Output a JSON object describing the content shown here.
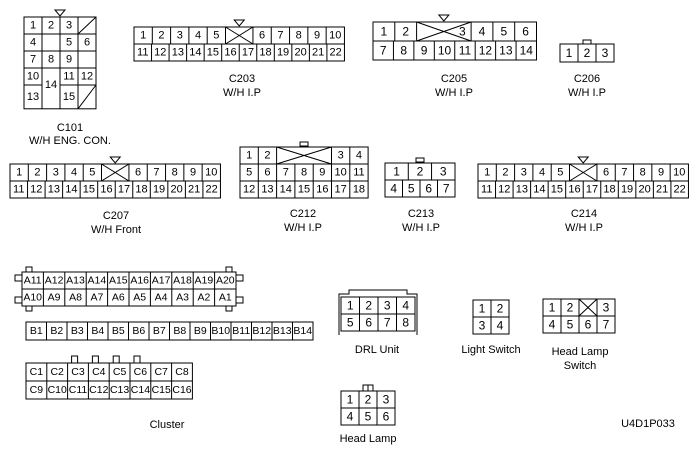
{
  "figure_id": "U4D1P033",
  "connectors": [
    {
      "id": "c101",
      "labels": [
        "C101",
        "W/H ENG. CON."
      ],
      "pins": [
        "1",
        "2",
        "3",
        "4",
        "5",
        "6",
        "7",
        "8",
        "9",
        "10",
        "11",
        "12",
        "13",
        "14",
        "15"
      ]
    },
    {
      "id": "c203",
      "labels": [
        "C203",
        "W/H I.P"
      ],
      "pins": [
        "1",
        "2",
        "3",
        "4",
        "5",
        "6",
        "7",
        "8",
        "9",
        "10",
        "11",
        "12",
        "13",
        "14",
        "15",
        "16",
        "17",
        "18",
        "19",
        "20",
        "21",
        "22"
      ]
    },
    {
      "id": "c205",
      "labels": [
        "C205",
        "W/H I.P"
      ],
      "pins": [
        "1",
        "2",
        "3",
        "4",
        "5",
        "6",
        "7",
        "8",
        "9",
        "10",
        "11",
        "12",
        "13",
        "14"
      ]
    },
    {
      "id": "c206",
      "labels": [
        "C206",
        "W/H I.P"
      ],
      "pins": [
        "1",
        "2",
        "3"
      ]
    },
    {
      "id": "c207",
      "labels": [
        "C207",
        "W/H Front"
      ],
      "pins": [
        "1",
        "2",
        "3",
        "4",
        "5",
        "6",
        "7",
        "8",
        "9",
        "10",
        "11",
        "12",
        "13",
        "14",
        "15",
        "16",
        "17",
        "18",
        "19",
        "20",
        "21",
        "22"
      ]
    },
    {
      "id": "c212",
      "labels": [
        "C212",
        "W/H I.P"
      ],
      "pins": [
        "1",
        "2",
        "3",
        "4",
        "5",
        "6",
        "7",
        "8",
        "9",
        "10",
        "11",
        "12",
        "13",
        "14",
        "15",
        "16",
        "17",
        "18"
      ]
    },
    {
      "id": "c213",
      "labels": [
        "C213",
        "W/H I.P"
      ],
      "pins": [
        "1",
        "2",
        "3",
        "4",
        "5",
        "6",
        "7"
      ]
    },
    {
      "id": "c214",
      "labels": [
        "C214",
        "W/H I.P"
      ],
      "pins": [
        "1",
        "2",
        "3",
        "4",
        "5",
        "6",
        "7",
        "8",
        "9",
        "10",
        "11",
        "12",
        "13",
        "14",
        "15",
        "16",
        "17",
        "18",
        "19",
        "20",
        "21",
        "22"
      ]
    },
    {
      "id": "cluster_a",
      "labels": [],
      "pins": [
        "A11",
        "A12",
        "A13",
        "A14",
        "A15",
        "A16",
        "A17",
        "A18",
        "A19",
        "A20",
        "A10",
        "A9",
        "A8",
        "A7",
        "A6",
        "A5",
        "A4",
        "A3",
        "A2",
        "A1"
      ]
    },
    {
      "id": "cluster_b",
      "labels": [],
      "pins": [
        "B1",
        "B2",
        "B3",
        "B4",
        "B5",
        "B6",
        "B7",
        "B8",
        "B9",
        "B10",
        "B11",
        "B12",
        "B13",
        "B14"
      ]
    },
    {
      "id": "cluster_c",
      "labels": [
        "Cluster"
      ],
      "pins": [
        "C1",
        "C2",
        "C3",
        "C4",
        "C5",
        "C6",
        "C7",
        "C8",
        "C9",
        "C10",
        "C11",
        "C12",
        "C13",
        "C14",
        "C15",
        "C16"
      ]
    },
    {
      "id": "drl",
      "labels": [
        "DRL Unit"
      ],
      "pins": [
        "1",
        "2",
        "3",
        "4",
        "5",
        "6",
        "7",
        "8"
      ]
    },
    {
      "id": "light_switch",
      "labels": [
        "Light Switch"
      ],
      "pins": [
        "1",
        "2",
        "3",
        "4"
      ]
    },
    {
      "id": "head_lamp_switch",
      "labels": [
        "Head Lamp",
        "Switch"
      ],
      "pins": [
        "1",
        "2",
        "3",
        "4",
        "5",
        "6",
        "7"
      ]
    },
    {
      "id": "head_lamp",
      "labels": [
        "Head Lamp"
      ],
      "pins": [
        "1",
        "2",
        "3",
        "4",
        "5",
        "6"
      ]
    }
  ]
}
